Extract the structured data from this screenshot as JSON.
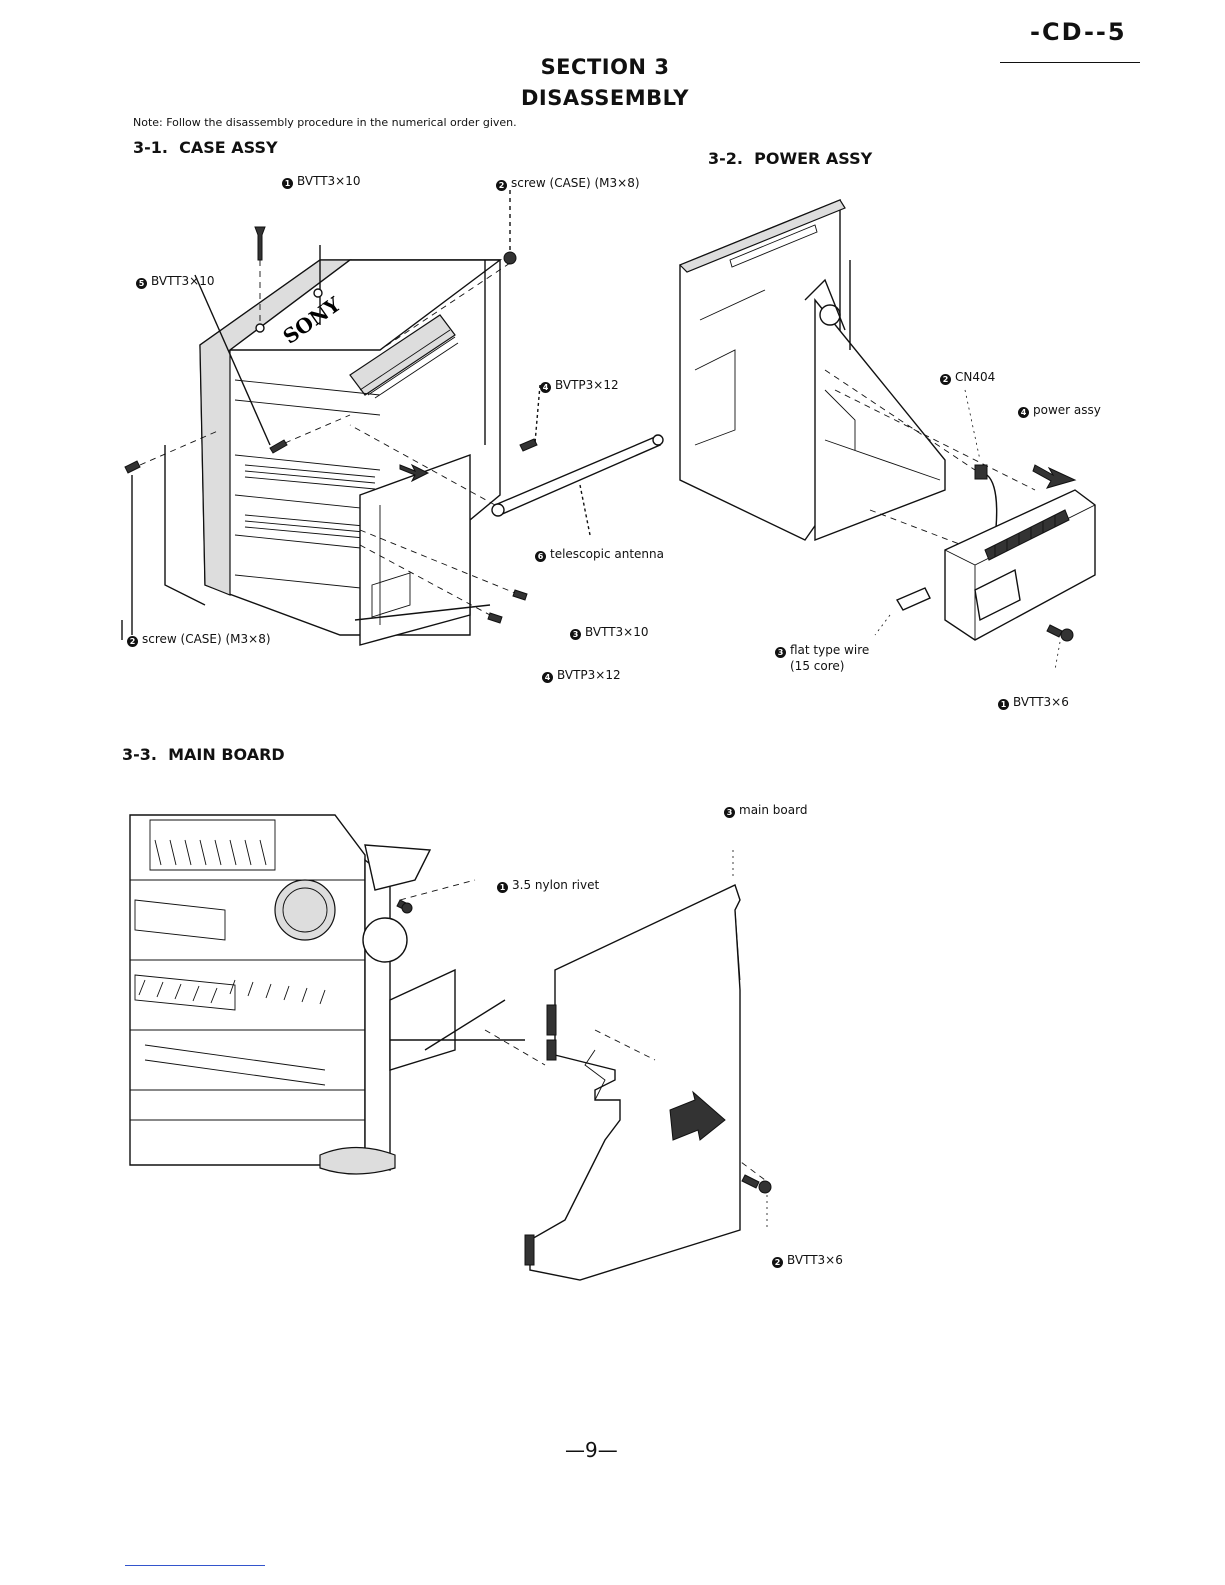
{
  "page_code": "-CD--5",
  "section_title": "SECTION 3",
  "section_subtitle": "DISASSEMBLY",
  "note": "Note: Follow the disassembly procedure in the numerical order given.",
  "page_number": "—9—",
  "subsections": [
    {
      "heading": "3-1.  CASE ASSY",
      "callouts": [
        {
          "num": "1",
          "text": "BVTT3×10"
        },
        {
          "num": "2",
          "text": "screw (CASE) (M3×8)"
        },
        {
          "num": "5",
          "text": "BVTT3×10"
        },
        {
          "num": "4",
          "text": "BVTP3×12"
        },
        {
          "num": "6",
          "text": "telescopic antenna"
        },
        {
          "num": "2",
          "text": "screw (CASE) (M3×8)"
        },
        {
          "num": "3",
          "text": "BVTT3×10"
        },
        {
          "num": "4",
          "text": "BVTP3×12"
        }
      ],
      "brand_mark": "SONY"
    },
    {
      "heading": "3-2.  POWER ASSY",
      "callouts": [
        {
          "num": "2",
          "text": "CN404"
        },
        {
          "num": "4",
          "text": "power assy"
        },
        {
          "num": "3",
          "text": "flat type wire"
        },
        {
          "num": "",
          "text": "(15 core)"
        },
        {
          "num": "1",
          "text": "BVTT3×6"
        }
      ]
    },
    {
      "heading": "3-3.  MAIN BOARD",
      "callouts": [
        {
          "num": "3",
          "text": "main board"
        },
        {
          "num": "1",
          "text": "3.5 nylon rivet"
        },
        {
          "num": "2",
          "text": "BVTT3×6"
        }
      ]
    }
  ]
}
